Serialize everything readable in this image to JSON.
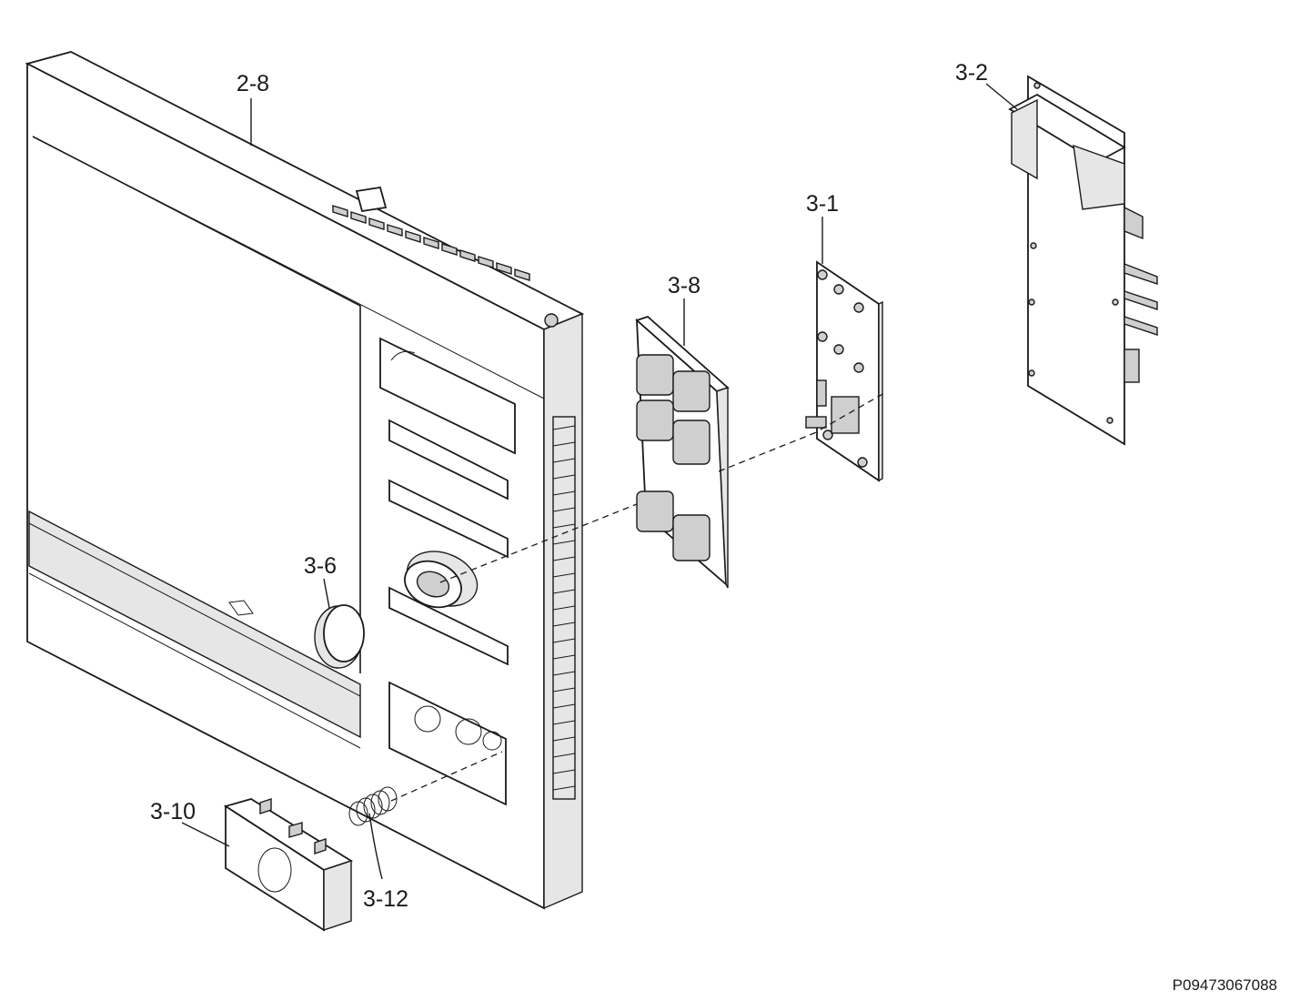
{
  "callouts": {
    "front_panel": "2-8",
    "bracket": "3-2",
    "pcb": "3-1",
    "keypad": "3-8",
    "knob": "3-6",
    "cover": "3-10",
    "spring": "3-12"
  },
  "document_number": "P09473067088"
}
